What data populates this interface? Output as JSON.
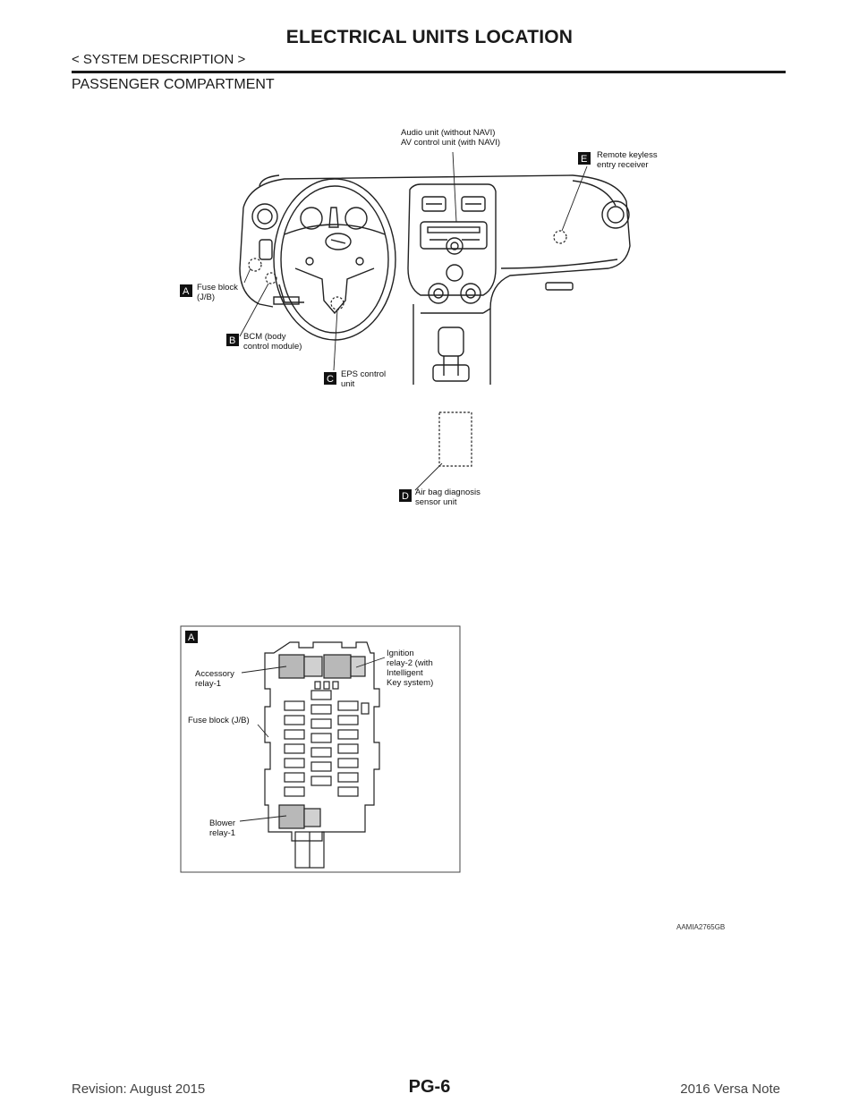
{
  "header": {
    "title": "ELECTRICAL UNITS LOCATION",
    "section": "< SYSTEM DESCRIPTION >",
    "subsection": "PASSENGER COMPARTMENT"
  },
  "figure": {
    "callouts": {
      "audio_line1": "Audio unit (without NAVI)",
      "audio_line2": "AV control unit (with NAVI)",
      "e_tag": "E",
      "e_line1": "Remote keyless",
      "e_line2": "entry receiver",
      "a_tag": "A",
      "a_line1": "Fuse block",
      "a_line2": "(J/B)",
      "b_tag": "B",
      "b_line1": "BCM (body",
      "b_line2": "control module)",
      "c_tag": "C",
      "c_line1": "EPS control",
      "c_line2": "unit",
      "d_tag": "D",
      "d_line1": "Air bag diagnosis",
      "d_line2": "sensor unit"
    },
    "detail": {
      "tag": "A",
      "accessory_line1": "Accessory",
      "accessory_line2": "relay-1",
      "ignition_line1": "Ignition",
      "ignition_line2": "relay-2 (with",
      "ignition_line3": "Intelligent",
      "ignition_line4": "Key system)",
      "fuse_block": "Fuse block (J/B)",
      "blower_line1": "Blower",
      "blower_line2": "relay-1"
    },
    "image_id": "AAMIA2765GB"
  },
  "footer": {
    "revision": "Revision: August 2015",
    "page": "PG-6",
    "model": "2016 Versa Note"
  }
}
